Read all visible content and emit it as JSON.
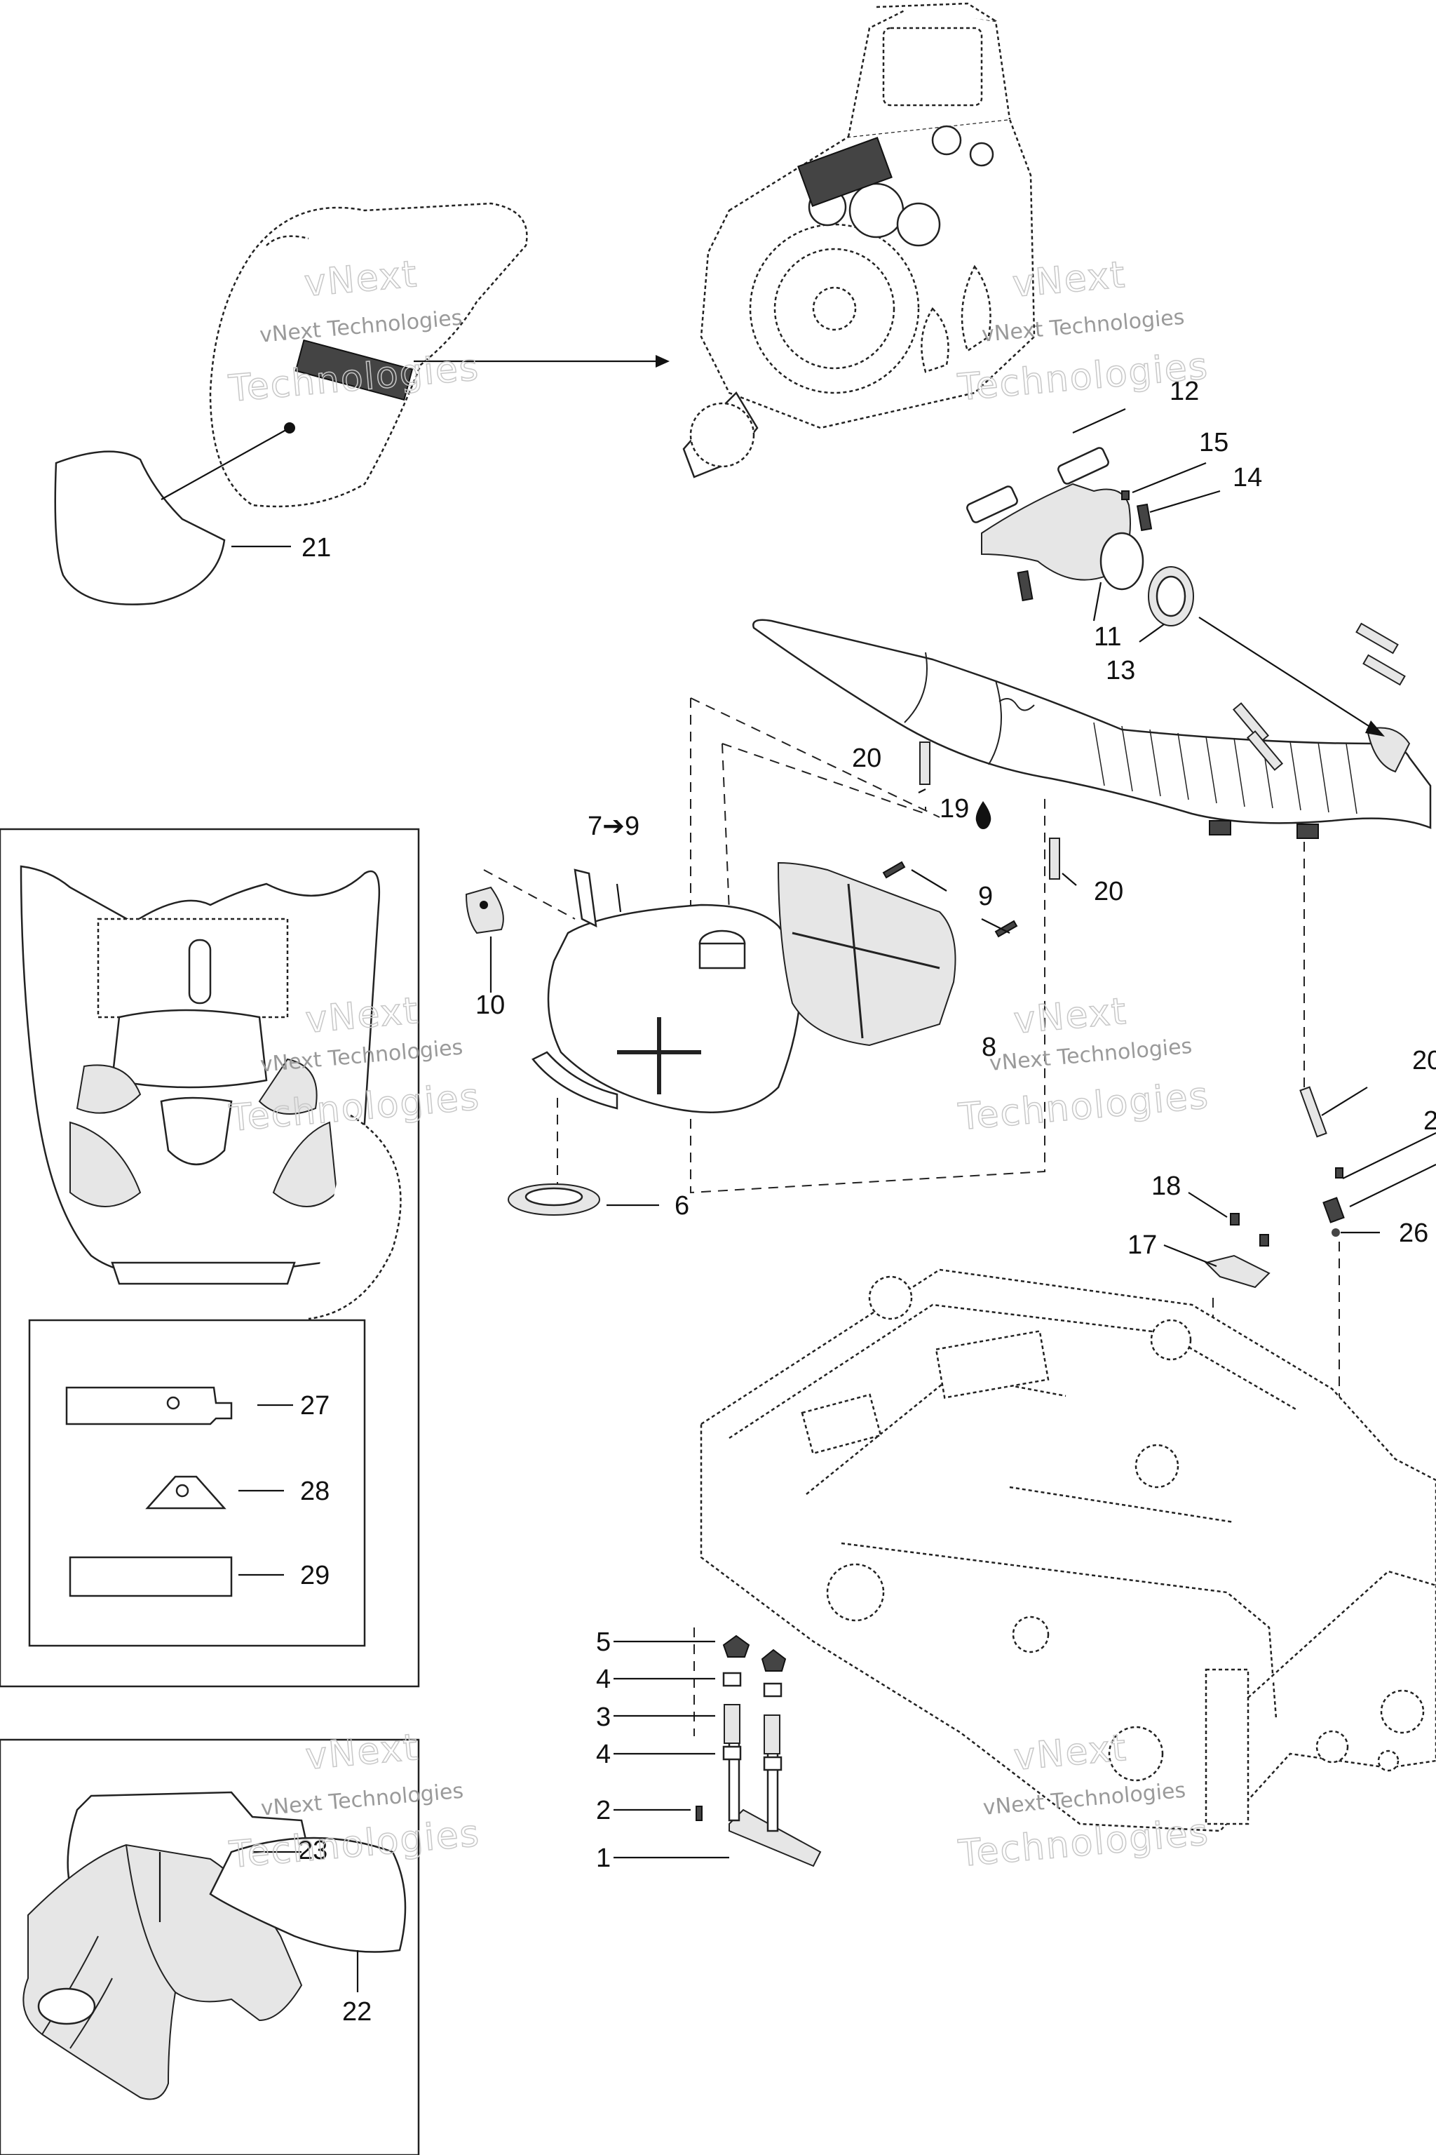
{
  "callouts": {
    "c1": "1",
    "c2": "2",
    "c3": "3",
    "c4a": "4",
    "c4b": "4",
    "c5": "5",
    "c6": "6",
    "c7": "7➔9",
    "c8": "8",
    "c9": "9",
    "c10": "10",
    "c11": "11",
    "c12": "12",
    "c13": "13",
    "c14": "14",
    "c15": "15",
    "c17": "17",
    "c18": "18",
    "c19": "19",
    "c20a": "20",
    "c20b": "20",
    "c20c": "20",
    "c21": "21",
    "c22": "22",
    "c23": "23",
    "c25": "2",
    "c26": "26",
    "c27": "27",
    "c28": "28",
    "c29": "29"
  },
  "watermark": {
    "line1": "vNext",
    "line2": "Technologies",
    "small": "vNext Technologies"
  },
  "colors": {
    "ink": "#111111",
    "paper": "#ffffff",
    "watermark": "#9a9a9a"
  },
  "icons": {
    "oil_drop": "oil-drop-icon"
  }
}
